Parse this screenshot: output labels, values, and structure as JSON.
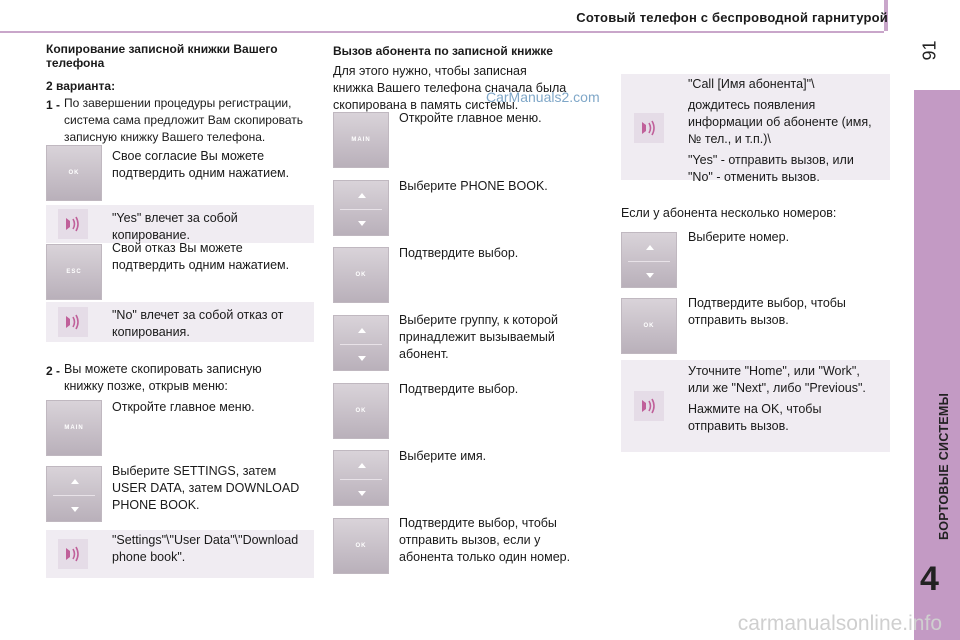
{
  "header": {
    "title": "Сотовый телефон с беспроводной гарнитурой",
    "page_number": "91"
  },
  "sidebar": {
    "chapter_number": "4",
    "chapter_title": "БОРТОВЫЕ СИСТЕМЫ"
  },
  "left": {
    "heading": "Копирование записной книжки Вашего телефона",
    "variants": "2 варианта:",
    "item1_num": "1 -",
    "item1_line1": "По завершении процедуры регистрации,",
    "item1_line2": "система сама предложит Вам скопировать",
    "item1_line3": "записную книжку Вашего телефона.",
    "key1": "OK",
    "step1_line1": "Свое согласие Вы можете",
    "step1_line2": "подтвердить одним нажатием.",
    "voice1_line1": "\"Yes\" влечет за собой",
    "voice1_line2": "копирование.",
    "key2": "ESC",
    "step2_line1": "Свой отказ Вы можете",
    "step2_line2": "подтвердить одним нажатием.",
    "voice2_line1": "\"No\" влечет за собой отказ от",
    "voice2_line2": "копирования.",
    "item2_num": "2 -",
    "item2_line1": "Вы можете скопировать записную",
    "item2_line2": "книжку позже, открыв меню:",
    "key3": "MAIN",
    "step3": "Откройте главное меню.",
    "step4_line1": "Выберите SETTINGS, затем",
    "step4_line2": "USER DATA, затем DOWNLOAD",
    "step4_line3": "PHONE BOOK.",
    "voice3_line1": "\"Settings\"\\\"User Data\"\\\"Download",
    "voice3_line2": "phone book\"."
  },
  "middle": {
    "heading": "Вызов абонента по записной книжке",
    "intro_line1": "Для этого нужно, чтобы записная",
    "intro_line2": "книжка Вашего телефона сначала была",
    "intro_line3": "скопирована в память системы.",
    "watermark": "CarManuals2.com",
    "key_main": "MAIN",
    "step1": "Откройте главное меню.",
    "step2": "Выберите PHONE BOOK.",
    "key_ok": "OK",
    "step3": "Подтвердите выбор.",
    "step4_line1": "Выберите группу, к которой",
    "step4_line2": "принадлежит вызываемый",
    "step4_line3": "абонент.",
    "step5": "Подтвердите выбор.",
    "step6": "Выберите имя.",
    "step7_line1": "Подтвердите выбор, чтобы",
    "step7_line2": "отправить вызов, если у",
    "step7_line3": "абонента только один номер."
  },
  "right": {
    "voice1_line1": "\"Call [Имя абонента]\"\\",
    "voice1_line2": "дождитесь появления",
    "voice1_line3": "информации об абоненте (имя,",
    "voice1_line4": "№ тел., и т.п.)\\",
    "voice1_line5": "\"Yes\" - отправить вызов, или",
    "voice1_line6": "\"No\" - отменить вызов.",
    "multi_numbers": "Если у абонента несколько номеров:",
    "step1": "Выберите номер.",
    "key_ok": "OK",
    "step2_line1": "Подтвердите выбор, чтобы",
    "step2_line2": "отправить вызов.",
    "voice2_line1": "Уточните \"Home\", или \"Work\",",
    "voice2_line2": "или же \"Next\", либо \"Previous\".",
    "voice2_line3": "Нажмите на OK, чтобы",
    "voice2_line4": "отправить вызов."
  },
  "footer": {
    "watermark": "carmanualsonline.info"
  }
}
